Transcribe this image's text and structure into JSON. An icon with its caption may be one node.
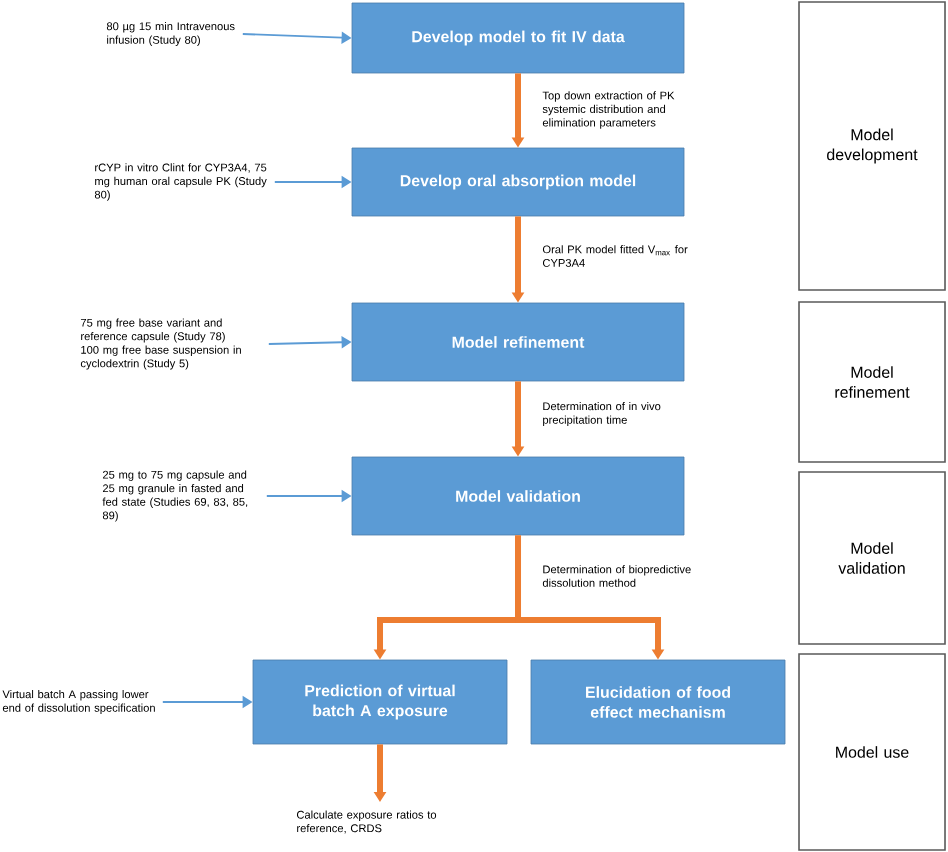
{
  "diagram": {
    "nodes": [
      {
        "text": [
          "80 µg 15 min Intravenous infusion (Study 80)"
        ]
      },
      {
        "text": [
          "Develop model to fit IV data"
        ]
      },
      {
        "text": [
          "rCYP in vitro Clint for CYP3A4, 75 mg human oral capsule PK (Study 80)"
        ]
      },
      {
        "text": [
          "Develop oral absorption model"
        ]
      },
      {
        "text": [
          "75 mg free base variant and reference capsule (Study 78) 100 mg free base suspension in cyclodextrin (Study 5)"
        ]
      },
      {
        "text": [
          "Model refinement"
        ]
      },
      {
        "text": [
          "25 mg to 75 mg capsule and 25 mg granule in fasted and fed state (Studies 69, 83, 85, 89)"
        ]
      },
      {
        "text": [
          "Model validation"
        ]
      },
      {
        "text": [
          "Virtual batch A passing lower end of dissolution specification"
        ]
      },
      {
        "text": [
          "Prediction of virtual batch A exposure"
        ]
      },
      {
        "text": [
          "Elucidation of food effect mechanism"
        ]
      },
      {
        "text": [
          "Calculate exposure ratios to reference, CRDS"
        ]
      },
      {
        "text": [
          "Model development"
        ]
      },
      {
        "text": [
          "Model refinement"
        ]
      },
      {
        "text": [
          "Model validation"
        ]
      },
      {
        "text": [
          "Model use"
        ]
      }
    ],
    "edges": [
      {
        "from": 0,
        "to": 1,
        "arrow": "to",
        "color": "#5b9bd5"
      },
      {
        "from": 1,
        "to": 3,
        "arrow": "to",
        "label": "Top down extraction of PK systemic distribution and elimination parameters"
      },
      {
        "from": 2,
        "to": 3,
        "arrow": "to",
        "color": "#5b9bd5"
      },
      {
        "from": 3,
        "to": 5,
        "arrow": "to",
        "label": "Oral PK model fitted V$_{max}$ for CYP3A4"
      },
      {
        "from": 4,
        "to": 5,
        "arrow": "to",
        "color": "#5b9bd5"
      },
      {
        "from": 5,
        "to": 7,
        "arrow": "to",
        "label": "Determination of in vivo precipitation time"
      },
      {
        "from": 6,
        "to": 7,
        "arrow": "to",
        "color": "#5b9bd5"
      },
      {
        "from": 7,
        "to": 9,
        "arrow": "to",
        "label": "Determination of biopredictive dissolution method"
      },
      {
        "from": 7,
        "to": 10,
        "arrow": "to"
      },
      {
        "from": 8,
        "to": 9,
        "arrow": "to",
        "color": "#5b9bd5"
      },
      {
        "from": 9,
        "to": 11,
        "arrow": "to"
      }
    ]
  }
}
